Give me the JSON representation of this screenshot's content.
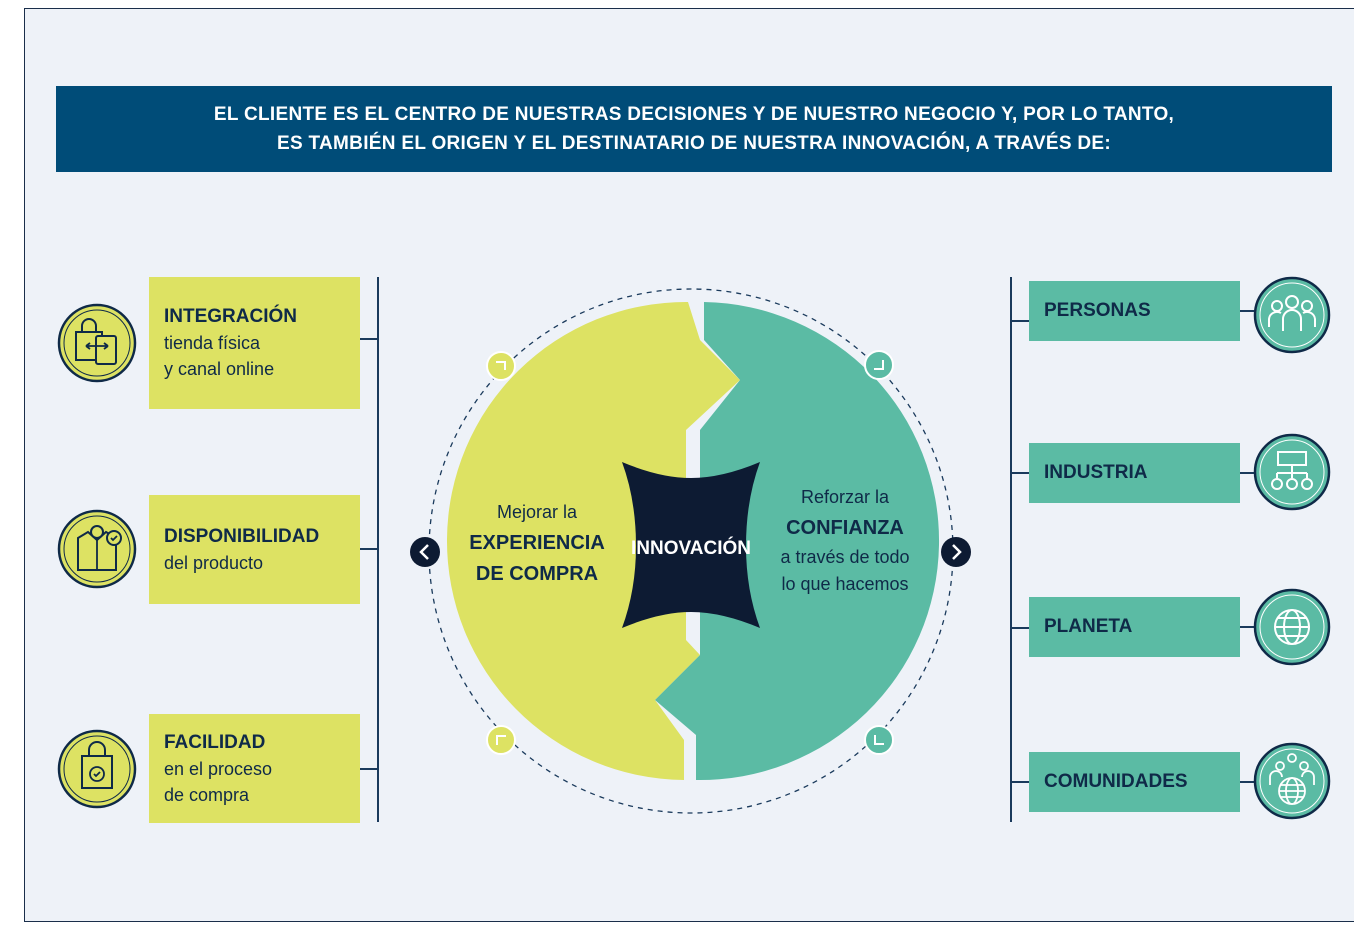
{
  "banner": {
    "line1": "EL CLIENTE ES EL CENTRO DE NUESTRAS DECISIONES Y DE NUESTRO NEGOCIO Y, POR LO TANTO,",
    "line2": "ES TAMBIÉN EL ORIGEN Y EL DESTINATARIO DE NUESTRA INNOVACIÓN, A TRAVÉS DE:"
  },
  "left_items": [
    {
      "title": "INTEGRACIÓN",
      "line1": "tienda física",
      "line2": "y canal online",
      "icon": "shopping-bag-tablet-icon"
    },
    {
      "title": "DISPONIBILIDAD",
      "line1": "del producto",
      "line2": "",
      "icon": "shirt-check-icon"
    },
    {
      "title": "FACILIDAD",
      "line1": "en el proceso",
      "line2": "de compra",
      "icon": "bag-check-icon"
    }
  ],
  "right_items": [
    {
      "label": "PERSONAS",
      "icon": "people-group-icon"
    },
    {
      "label": "INDUSTRIA",
      "icon": "org-chart-icon"
    },
    {
      "label": "PLANETA",
      "icon": "globe-icon"
    },
    {
      "label": "COMUNIDADES",
      "icon": "community-globe-icon"
    }
  ],
  "center": {
    "core": "INNOVACIÓN",
    "left_pre": "Mejorar la",
    "left_bold1": "EXPERIENCIA",
    "left_bold2": "DE COMPRA",
    "right_pre": "Reforzar la",
    "right_bold": "CONFIANZA",
    "right_post1": "a través de todo",
    "right_post2": "lo que hacemos"
  },
  "colors": {
    "navy": "#004c78",
    "dark": "#0d1b33",
    "yellow": "#dde263",
    "teal": "#5bbba4",
    "background": "#eef2f8"
  }
}
